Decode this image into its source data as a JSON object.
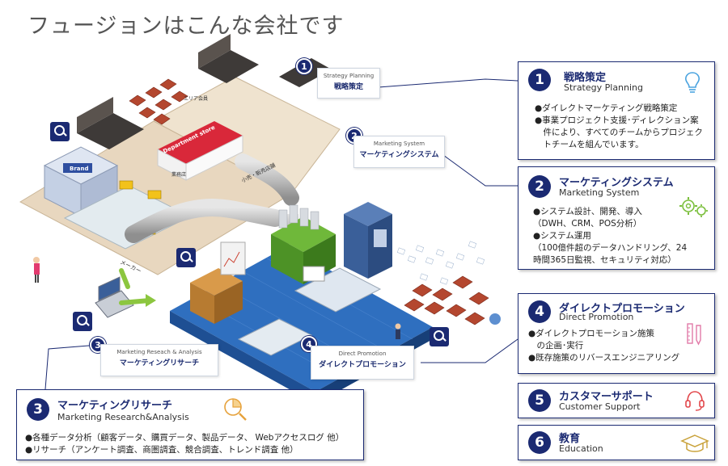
{
  "page_title": "フュージョンはこんな会社です",
  "scene_labels": {
    "eria": "エリア会員",
    "department_store": "Department store",
    "brand": "Brand",
    "gyomu": "業務店",
    "kouri": "小売・販売店舗",
    "maker": "メーカー"
  },
  "tags": {
    "t1": {
      "num": "1",
      "en": "Strategy Planning",
      "jp": "戦略策定"
    },
    "t2": {
      "num": "2",
      "en": "Marketing System",
      "jp": "マーケティングシステム"
    },
    "t3": {
      "num": "3",
      "en": "Marketing Reseach & Analysis",
      "jp": "マーケティングリサーチ"
    },
    "t4": {
      "num": "4",
      "en": "Direct Promotion",
      "jp": "ダイレクトプロモーション"
    }
  },
  "panels": {
    "p1": {
      "num": "1",
      "jp": "戦略策定",
      "en": "Strategy Planning",
      "lines": [
        "●ダイレクトマーケティング戦略策定",
        "●事業プロジェクト支援･ディレクション案",
        "　件により、すべてのチームからプロジェク",
        "　トチームを組んでいます。"
      ]
    },
    "p2": {
      "num": "2",
      "jp": "マーケティングシステム",
      "en": "Marketing System",
      "lines": [
        "●システム設計、開発、導入",
        "（DWH、CRM、POS分析）",
        "●システム運用",
        "（100億件超のデータハンドリング、24",
        "時間365日監視、セキュリティ対応）"
      ]
    },
    "p3": {
      "num": "3",
      "jp": "マーケティングリサーチ",
      "en": "Marketing Research&Analysis",
      "lines": [
        "●各種データ分析（顧客データ、購買データ、製品データ、 Webアクセスログ 他）",
        "●リサーチ（アンケート調査、商圏調査、競合調査、トレンド調査 他）"
      ]
    },
    "p4": {
      "num": "4",
      "jp": "ダイレクトプロモーション",
      "en": "Direct Promotion",
      "lines": [
        "●ダイレクトプロモーション施策",
        "　の企画･実行",
        "●既存施策のリバースエンジニアリング"
      ]
    },
    "p5": {
      "num": "5",
      "jp": "カスタマーサポート",
      "en": "Customer Support"
    },
    "p6": {
      "num": "6",
      "jp": "教育",
      "en": "Education"
    }
  }
}
